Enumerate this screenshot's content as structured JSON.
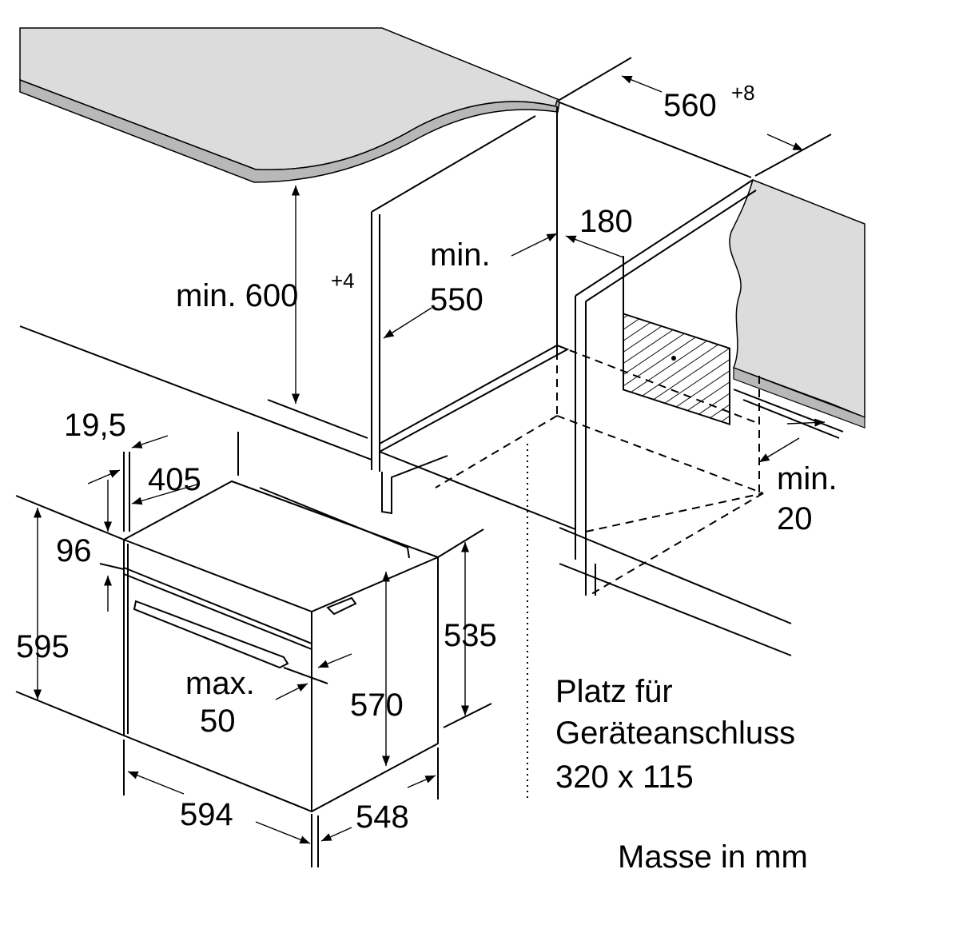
{
  "labels": {
    "dim_560": "560",
    "dim_560_tol": "+8",
    "dim_180": "180",
    "min_550_a": "min.",
    "min_550_b": "550",
    "min_600": "min. 600",
    "min_600_tol": "+4",
    "dim_19_5": "19,5",
    "dim_405": "405",
    "dim_96": "96",
    "dim_595": "595",
    "dim_535": "535",
    "dim_570": "570",
    "max_50_a": "max.",
    "max_50_b": "50",
    "dim_594": "594",
    "dim_548": "548",
    "min_20_a": "min.",
    "min_20_b": "20",
    "platz_1": "Platz für",
    "platz_2": "Geräteanschluss",
    "platz_3": "320 x 115",
    "units": "Masse in mm"
  },
  "colors": {
    "countertop": "#dcdcdc",
    "countertop_edge": "#b4b4b4",
    "line": "#000000"
  }
}
